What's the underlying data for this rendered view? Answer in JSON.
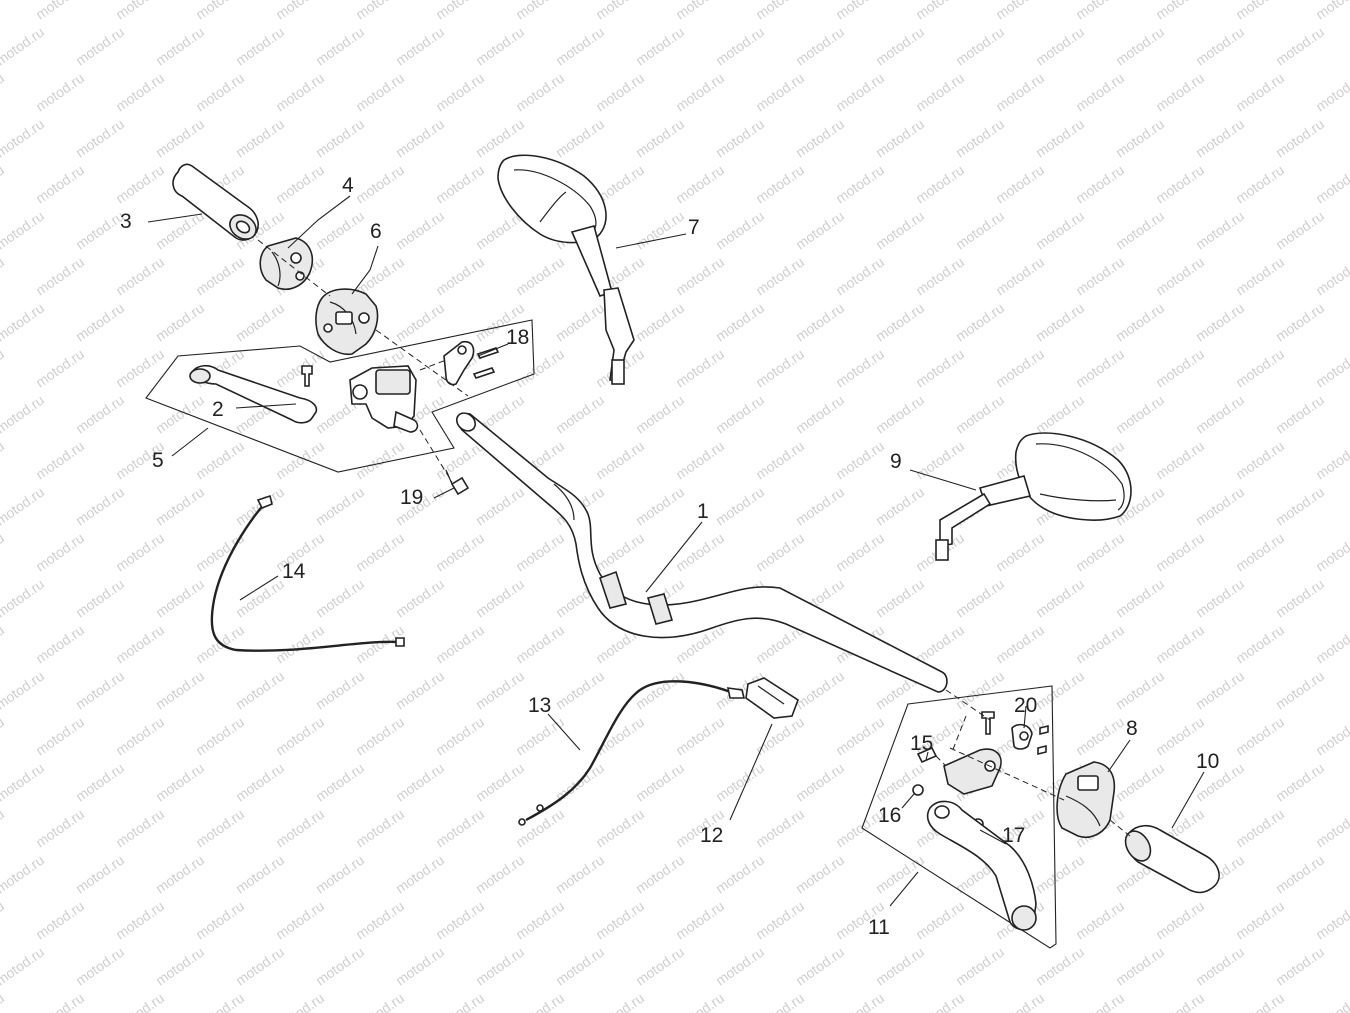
{
  "watermark": "motod.ru",
  "callouts": {
    "c1": "1",
    "c2": "2",
    "c3": "3",
    "c4": "4",
    "c5": "5",
    "c6": "6",
    "c7": "7",
    "c8": "8",
    "c9": "9",
    "c10": "10",
    "c11": "11",
    "c12": "12",
    "c13": "13",
    "c14": "14",
    "c15": "15",
    "c16": "16",
    "c17": "17",
    "c18": "18",
    "c19": "19",
    "c20": "20"
  }
}
